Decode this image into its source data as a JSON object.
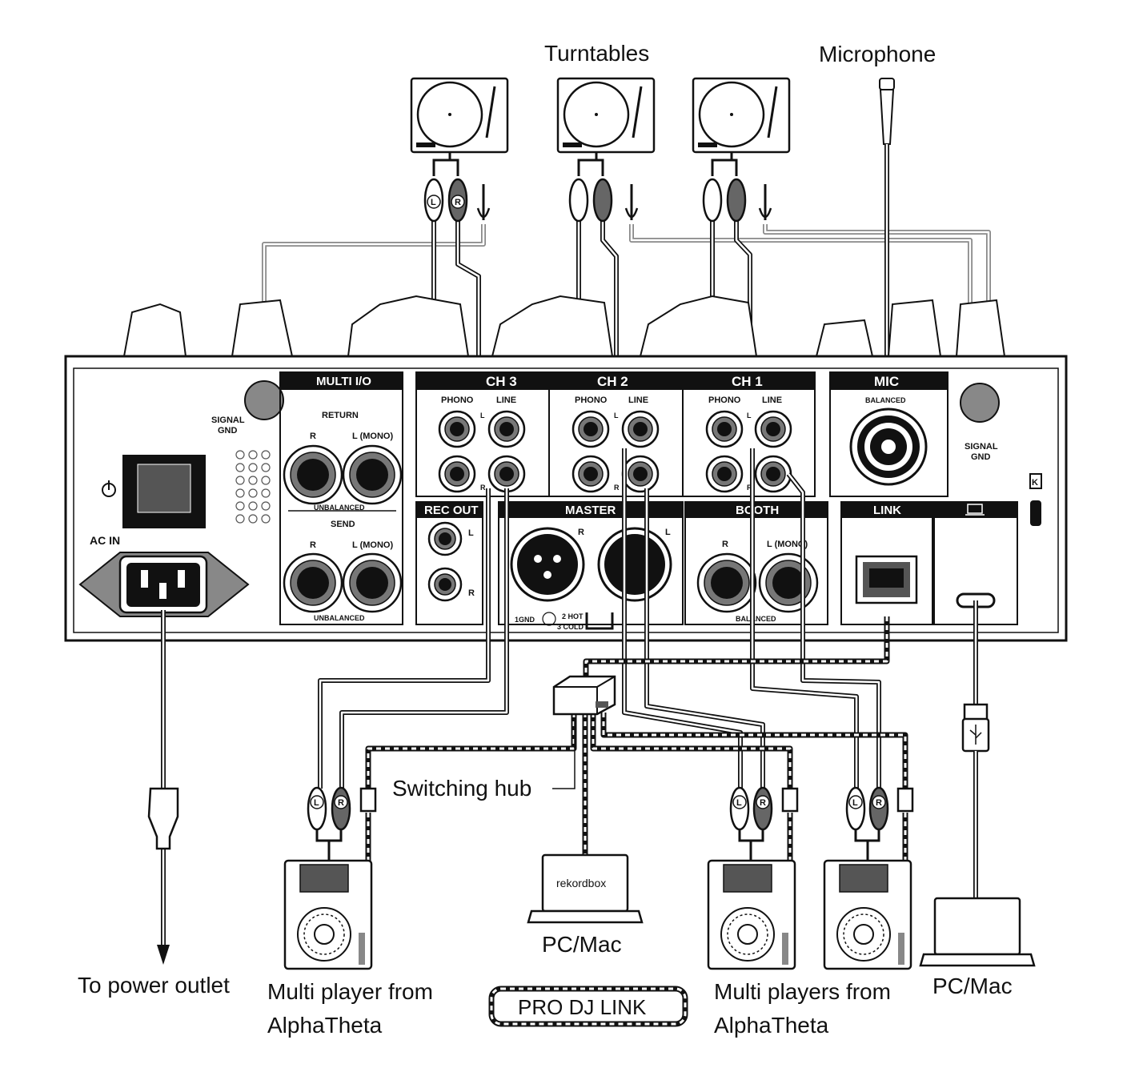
{
  "labels": {
    "turntables": "Turntables",
    "microphone": "Microphone",
    "switching_hub": "Switching hub",
    "to_power_outlet": "To power outlet",
    "multi_player_left_line1": "Multi player from",
    "multi_player_left_line2": "AlphaTheta",
    "multi_players_right_line1": "Multi players from",
    "multi_players_right_line2": "AlphaTheta",
    "pc_mac_center": "PC/Mac",
    "pc_mac_right": "PC/Mac",
    "pro_dj_link": "PRO DJ LINK",
    "rekordbox": "rekordbox"
  },
  "panel": {
    "multi_io": "MULTI I/O",
    "return": "RETURN",
    "send": "SEND",
    "r": "R",
    "l_mono": "L (MONO)",
    "unbalanced": "UNBALANCED",
    "ch3": "CH 3",
    "ch2": "CH 2",
    "ch1": "CH 1",
    "phono": "PHONO",
    "line": "LINE",
    "l": "L",
    "mic": "MIC",
    "balanced": "BALANCED",
    "signal": "SIGNAL",
    "gnd": "GND",
    "rec_out": "REC OUT",
    "master": "MASTER",
    "booth": "BOOTH",
    "link": "LINK",
    "ac_in": "AC IN",
    "pin1": "1GND",
    "pin2": "2 HOT",
    "pin3": "3 COLD"
  },
  "colors": {
    "line": "#111111",
    "gnd_cable": "#888888",
    "header_fill": "#111111",
    "jack_ring": "#777777"
  },
  "icons": [
    "power-icon",
    "laptop-icon",
    "kensington-lock-icon",
    "usb-icon",
    "xlr-icon",
    "ethernet-port-icon"
  ]
}
